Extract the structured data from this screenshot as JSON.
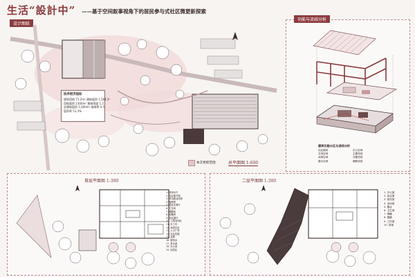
{
  "header": {
    "title": "生活“設計中”",
    "subtitle": "——基于空间叙事视角下的居民参与式社区微更新探索"
  },
  "site_plan": {
    "tag": "设计图纸",
    "info_card": {
      "title": "技术经济指标",
      "rows": [
        [
          "规划用地",
          "71.2m²",
          "建筑面积",
          "1,564.2²"
        ],
        [
          "用地面积",
          "2300m²",
          "建筑密度",
          "1.2"
        ],
        [
          "总建筑面积",
          "1,000m²",
          "绿地率",
          "0.5"
        ],
        [
          "容积率",
          "51.3%",
          "",
          ""
        ]
      ]
    },
    "legend": "本次更新范围",
    "scale_label": "总平面图 1:600"
  },
  "function_analysis": {
    "tag": "功能与流线分析",
    "legend_title": "建筑功能分区与流线分析",
    "legend_items": [
      "社区服务",
      "交流空间",
      "休闲空间",
      "展示空间",
      "办公空间",
      "主要流线",
      "次要流线",
      "辅助流线"
    ]
  },
  "plan_left": {
    "label": "首层平面图 1:300",
    "items": [
      "1. 接待大厅",
      "2. 社区图书角",
      "3. 多功能活动室",
      "4. 咖啡吧",
      "5. 居民议事厅",
      "6. 卫生间",
      "7. 储藏室",
      "8. 设备间",
      "9. 社区展厅",
      "10. 儿童活动区",
      "11. 手工坊",
      "12. 休闲平台",
      "13. 入口广场",
      "14. 社区花园",
      "15. 连廊",
      "16. 服务台",
      "17. 茶水间",
      "18. 办公室",
      "19. 阅览区"
    ]
  },
  "plan_right": {
    "label": "二层平面图 1:300",
    "items": [
      "1. 办公室",
      "2. 会议室",
      "3. 阅览室",
      "4. 活动室",
      "5. 露台",
      "6. 卫生间",
      "7. 储藏",
      "8. 展廊",
      "9. 工作室",
      "10. 茶室"
    ]
  }
}
